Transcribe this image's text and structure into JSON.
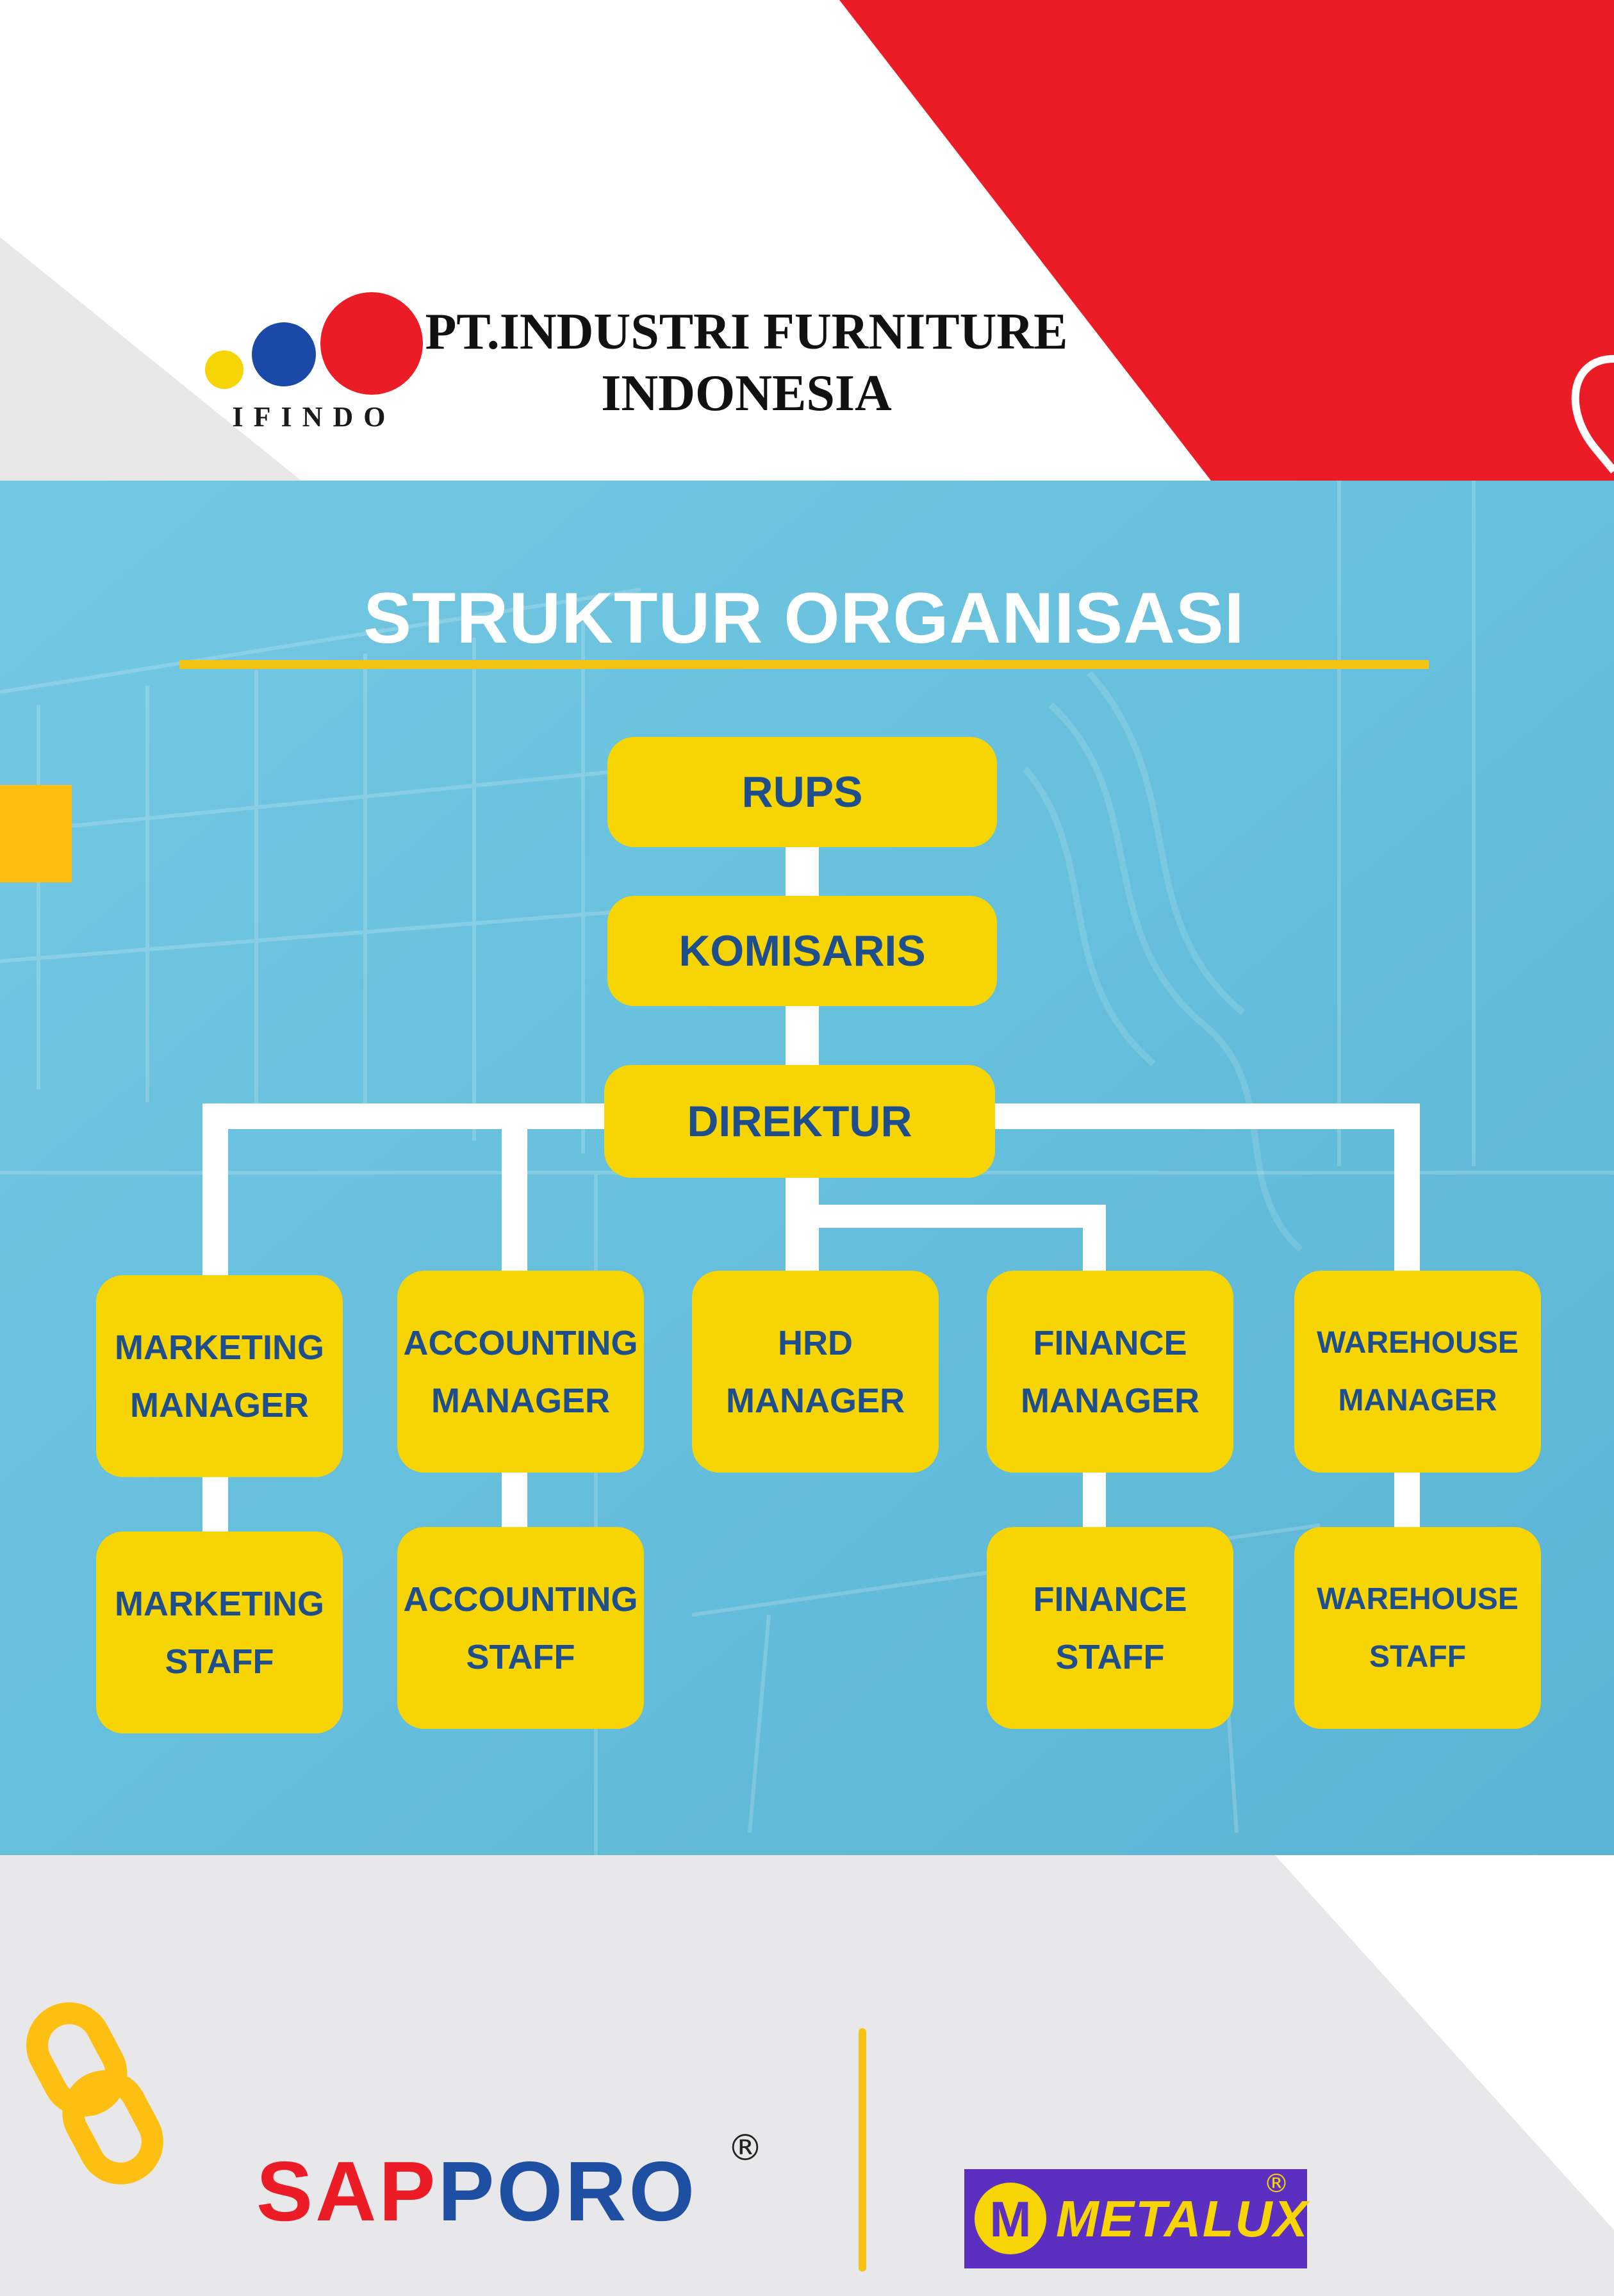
{
  "header": {
    "company_name_line1": "PT.INDUSTRI FURNITURE",
    "company_name_line2": "INDONESIA",
    "logo_text": "IFINDO"
  },
  "chart": {
    "title": "STRUKTUR ORGANISASI",
    "nodes": {
      "rups": "RUPS",
      "komisaris": "KOMISARIS",
      "direktur": "DIREKTUR",
      "marketing_manager": [
        "MARKETING",
        "MANAGER"
      ],
      "accounting_manager": [
        "ACCOUNTING",
        "MANAGER"
      ],
      "hrd_manager": [
        "HRD",
        "MANAGER"
      ],
      "finance_manager": [
        "FINANCE",
        "MANAGER"
      ],
      "warehouse_manager": [
        "WAREHOUSE",
        "MANAGER"
      ],
      "marketing_staff": [
        "MARKETING",
        "STAFF"
      ],
      "accounting_staff": [
        "ACCOUNTING",
        "STAFF"
      ],
      "finance_staff": [
        "FINANCE",
        "STAFF"
      ],
      "warehouse_staff": [
        "WAREHOUSE",
        "STAFF"
      ]
    }
  },
  "footer": {
    "brand_sapporo_red": "SAP",
    "brand_sapporo_blue": "PORO",
    "brand_metalux": "METALUX",
    "registered_mark": "®"
  },
  "colors": {
    "red": "#ec1c27",
    "yellow": "#f7d404",
    "blue_text": "#1f4e8c",
    "panel_blue": "#6cc4df",
    "metalux_purple": "#5b2fbf"
  }
}
